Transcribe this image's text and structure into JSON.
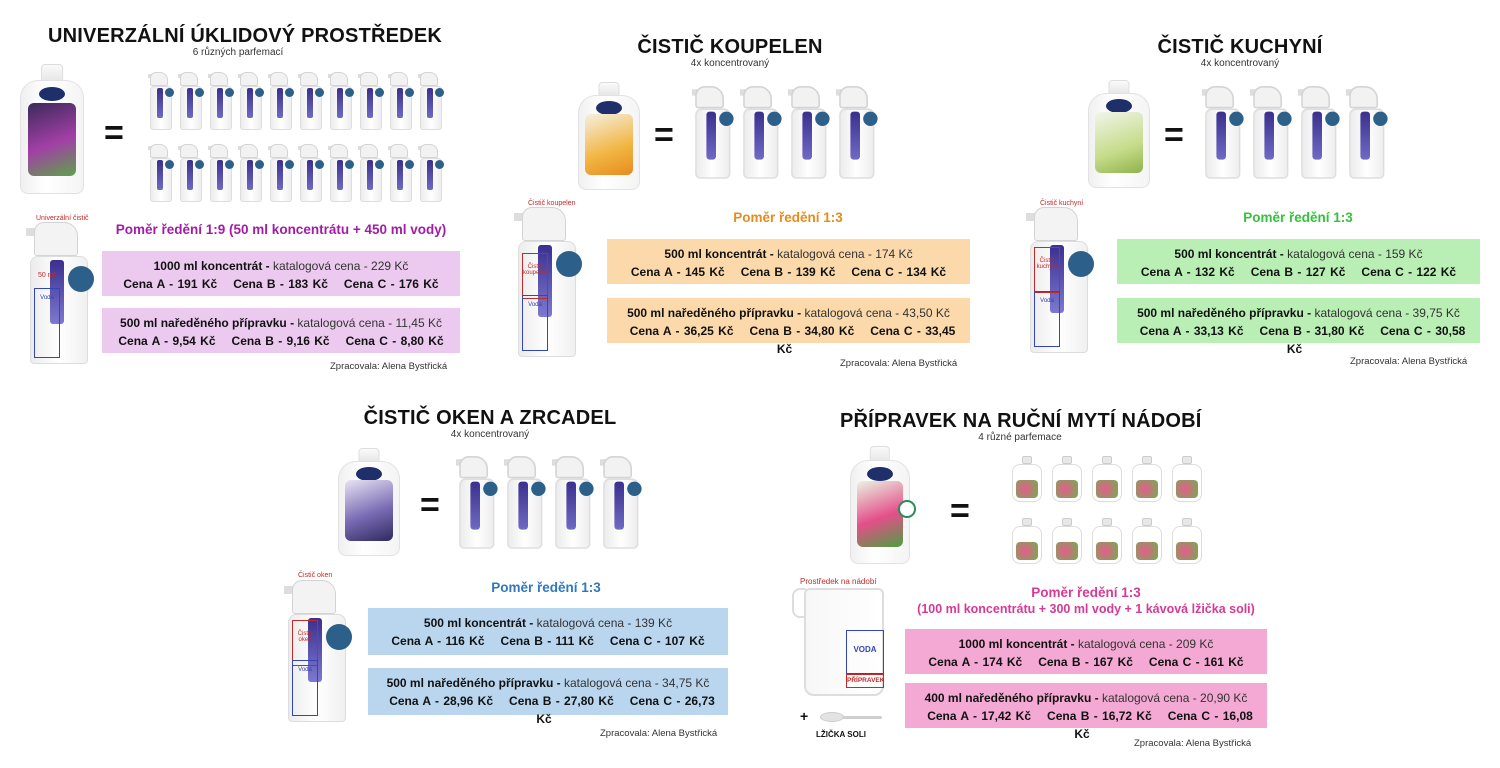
{
  "colors": {
    "universal_accent": "#a21ca6",
    "universal_box": "#ecc9ef",
    "bath_accent": "#e88a1c",
    "bath_box": "#fbd9aa",
    "kitchen_accent": "#34c23a",
    "kitchen_box": "#b9eeb4",
    "window_accent": "#2f78bf",
    "window_box": "#b9d6ee",
    "dish_accent": "#d63a94",
    "dish_box": "#f3a9d4"
  },
  "credit": "Zpracovala: Alena Bystřická",
  "universal": {
    "title": "UNIVERZÁLNÍ ÚKLIDOVÝ PROSTŘEDEK",
    "subtitle": "6 různých parfemací",
    "equals": "=",
    "ratio": "Poměr ředění 1:9 (50 ml koncentrátu + 450 ml vody)",
    "box1": {
      "head": "1000 ml koncentrát -",
      "catalog": "katalogová cena - 229 Kč",
      "a": "Cena A - 191 Kč",
      "b": "Cena B - 183 Kč",
      "c": "Cena C - 176 Kč"
    },
    "box2": {
      "head": "500 ml naředěného přípravku -",
      "catalog": "katalogová cena - 11,45 Kč",
      "a": "Cena A - 9,54 Kč",
      "b": "Cena B - 9,16 Kč",
      "c": "Cena C - 8,80 Kč"
    },
    "mini_label": "Univerzální čistič",
    "mini_amount": "50 ml",
    "voda": "Voda"
  },
  "bath": {
    "title": "ČISTIČ KOUPELEN",
    "subtitle": "4x koncentrovaný",
    "equals": "=",
    "ratio": "Poměr ředění 1:3",
    "box1": {
      "head": "500 ml koncentrát -",
      "catalog": "katalogová cena - 174 Kč",
      "a": "Cena A - 145 Kč",
      "b": "Cena B - 139 Kč",
      "c": "Cena C - 134 Kč"
    },
    "box2": {
      "head": "500 ml naředěného přípravku -",
      "catalog": "katalogová cena - 43,50 Kč",
      "a": "Cena A - 36,25 Kč",
      "b": "Cena B - 34,80 Kč",
      "c": "Cena C - 33,45 Kč"
    },
    "mini_label": "Čistič koupelen",
    "conc": "Čistič koupelen",
    "voda": "Voda"
  },
  "kitchen": {
    "title": "ČISTIČ KUCHYNÍ",
    "subtitle": "4x koncentrovaný",
    "equals": "=",
    "ratio": "Poměr ředění 1:3",
    "box1": {
      "head": "500 ml koncentrát -",
      "catalog": "katalogová cena - 159 Kč",
      "a": "Cena A - 132 Kč",
      "b": "Cena B - 127 Kč",
      "c": "Cena C - 122 Kč"
    },
    "box2": {
      "head": "500 ml naředěného přípravku -",
      "catalog": "katalogová cena - 39,75 Kč",
      "a": "Cena A - 33,13 Kč",
      "b": "Cena B - 31,80 Kč",
      "c": "Cena C - 30,58 Kč"
    },
    "mini_label": "Čistič kuchyní",
    "conc": "Čistič kuchyní",
    "voda": "Voda"
  },
  "window": {
    "title": "ČISTIČ OKEN A ZRCADEL",
    "subtitle": "4x koncentrovaný",
    "equals": "=",
    "ratio": "Poměr ředění 1:3",
    "box1": {
      "head": "500 ml koncentrát -",
      "catalog": "katalogová cena - 139 Kč",
      "a": "Cena A - 116 Kč",
      "b": "Cena B - 111 Kč",
      "c": "Cena C - 107 Kč"
    },
    "box2": {
      "head": "500 ml naředěného přípravku -",
      "catalog": "katalogová cena - 34,75 Kč",
      "a": "Cena A - 28,96 Kč",
      "b": "Cena B - 27,80 Kč",
      "c": "Cena C - 26,73 Kč"
    },
    "mini_label": "Čistič oken",
    "conc": "Čistič oken",
    "voda": "Voda"
  },
  "dish": {
    "title": "PŘÍPRAVEK NA RUČNÍ MYTÍ NÁDOBÍ",
    "subtitle": "4 různé parfemace",
    "equals": "=",
    "ratio": "Poměr ředění 1:3",
    "ratio2": "(100 ml koncentrátu + 300 ml vody + 1 kávová lžička soli)",
    "box1": {
      "head": "1000 ml koncentrát -",
      "catalog": "katalogová cena - 209 Kč",
      "a": "Cena A - 174 Kč",
      "b": "Cena B - 167 Kč",
      "c": "Cena C - 161 Kč"
    },
    "box2": {
      "head": "400 ml naředěného přípravku -",
      "catalog": "katalogová cena - 20,90 Kč",
      "a": "Cena A - 17,42 Kč",
      "b": "Cena B - 16,72 Kč",
      "c": "Cena C - 16,08 Kč"
    },
    "jug_label": "Prostředek na nádobí",
    "voda": "VODA",
    "pripravek": "PŘÍPRAVEK",
    "plus": "+",
    "spoon": "LŽIČKA SOLI"
  }
}
